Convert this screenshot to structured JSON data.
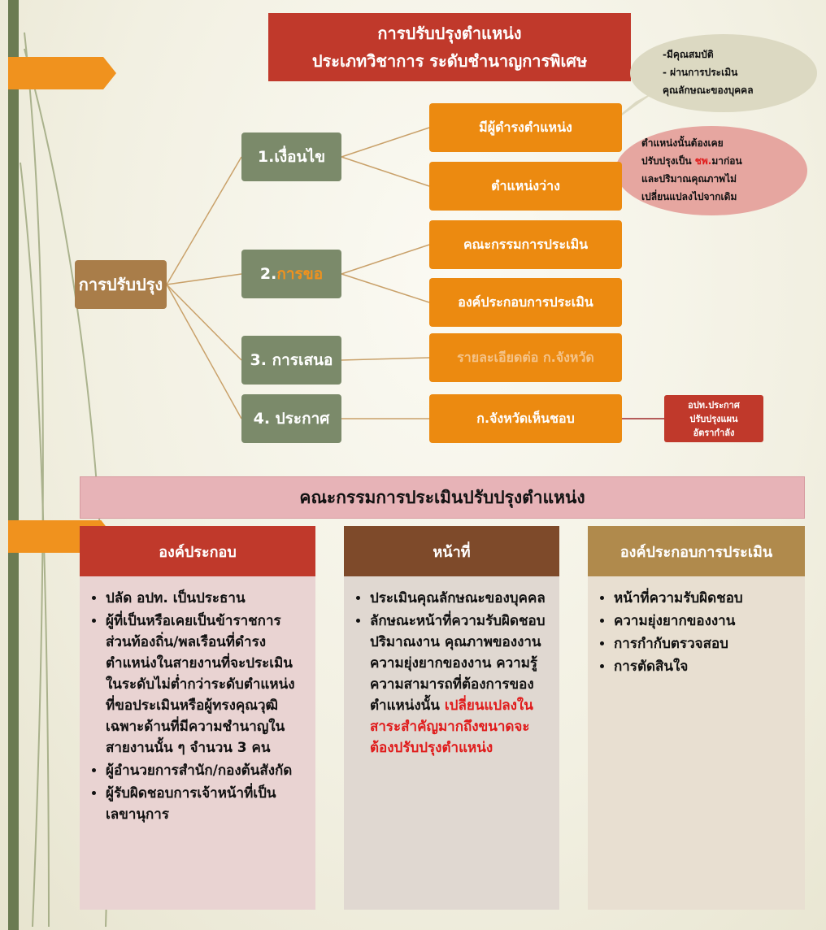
{
  "title": {
    "line1": "การปรับปรุงตำแหน่ง",
    "line2": "ประเภทวิชาการ ระดับชำนาญการพิเศษ"
  },
  "cloud1": {
    "line1": "-มีคุณสมบัติ",
    "line2": "- ผ่านการประเมิน",
    "line3": "คุณลักษณะของบุคคล"
  },
  "cloud2": {
    "line1": "ตำแหน่งนั้นต้องเคย",
    "line2a": "ปรับปรุงเป็น ",
    "line2b": "ชพ.",
    "line2c": "มาก่อน",
    "line3": "และปริมาณคุณภาพไม่",
    "line4": "เปลี่ยนแปลงไปจากเดิม"
  },
  "root": "การปรับปรุง",
  "steps": {
    "s1": "1.เงื่อนไข",
    "s2_num": "2. ",
    "s2_text": "การขอ",
    "s3": "3. การเสนอ",
    "s4": "4. ประกาศ"
  },
  "leaves": {
    "l1": "มีผู้ดำรงตำแหน่ง",
    "l2": "ตำแหน่งว่าง",
    "l3": "คณะกรรมการประเมิน",
    "l4": "องค์ประกอบการประเมิน",
    "l5": "รายละเอียดต่อ ก.จังหวัด",
    "l6": "ก.จังหวัดเห็นชอบ"
  },
  "announce": {
    "line1": "อปท.ประกาศ",
    "line2": "ปรับปรุงแผน",
    "line3": "อัตรากำลัง"
  },
  "committee": "คณะกรรมการประเมินปรับปรุงตำแหน่ง",
  "columns": {
    "c1": {
      "header": "องค์ประกอบ",
      "items": [
        "ปลัด อปท. เป็นประธาน",
        "ผู้ที่เป็นหรือเคยเป็นข้าราชการส่วนท้องถิ่น/พลเรือนที่ดำรงตำแหน่งในสายงานที่จะประเมินในระดับไม่ต่ำกว่าระดับตำแหน่งที่ขอประเมินหรือผู้ทรงคุณวุฒิเฉพาะด้านที่มีความชำนาญในสายงานนั้น ๆ จำนวน 3 คน",
        "ผู้อำนวยการสำนัก/กองต้นสังกัด",
        "ผู้รับผิดชอบการเจ้าหน้าที่เป็นเลขานุการ"
      ]
    },
    "c2": {
      "header": "หน้าที่",
      "item1": "ประเมินคุณลักษณะของบุคคล",
      "item2_black": "ลักษณะหน้าที่ความรับผิดชอบ ปริมาณงาน คุณภาพของงาน ความยุ่งยากของงาน ความรู้ ความสามารถที่ต้องการของตำแหน่งนั้น ",
      "item2_red": "เปลี่ยนแปลงในสาระสำคัญมากถึงขนาดจะต้องปรับปรุงตำแหน่ง"
    },
    "c3": {
      "header": "องค์ประกอบการประเมิน",
      "items": [
        "หน้าที่ความรับผิดชอบ",
        "ความยุ่งยากของงาน",
        "การกำกับตรวจสอบ",
        "การตัดสินใจ"
      ]
    }
  },
  "colors": {
    "title_red": "#c0392b",
    "orange": "#ec8a10",
    "sage": "#7b8a6a",
    "brown": "#a97d49",
    "col2_head": "#7e4a2a",
    "col3_head": "#b08a4c",
    "pink_band": "#e7b3b7"
  }
}
